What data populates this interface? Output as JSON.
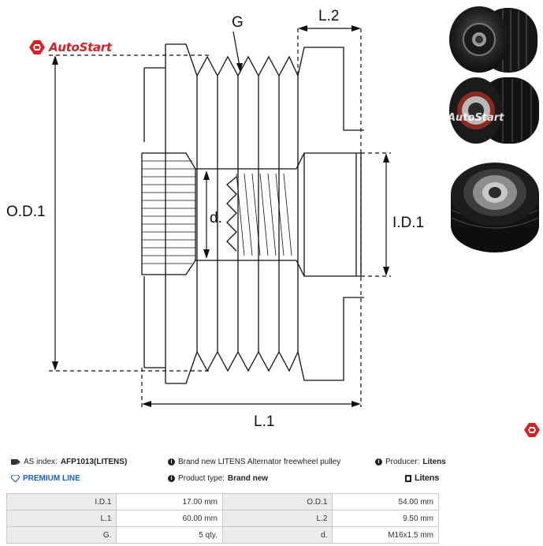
{
  "brand": {
    "name": "AutoStart"
  },
  "drawing": {
    "labels": {
      "groove": "G",
      "l2": "L.2",
      "od": "O.D.1",
      "d": "d.",
      "id": "I.D.1",
      "l1": "L.1"
    }
  },
  "photos": {
    "watermark": "AutoStart"
  },
  "info": {
    "as_index_label": "AS index:",
    "as_index_value": "AFP1013(LITENS)",
    "description": "Brand new LITENS Alternator freewheel pulley",
    "producer_label": "Producer:",
    "producer_value": "Litens",
    "premium": "PREMIUM LINE",
    "type_label": "Product type:",
    "type_value": "Brand new",
    "producer_logo": "Litens"
  },
  "specs": [
    {
      "k1": "I.D.1",
      "v1": "17.00 mm",
      "k2": "O.D.1",
      "v2": "54.00 mm"
    },
    {
      "k1": "L.1",
      "v1": "60.00 mm",
      "k2": "L.2",
      "v2": "9.50 mm"
    },
    {
      "k1": "G.",
      "v1": "5 qty.",
      "k2": "d.",
      "v2": "M16x1.5 mm"
    }
  ],
  "colors": {
    "brand_red": "#d81f26",
    "premium_blue": "#1f5fbf"
  }
}
